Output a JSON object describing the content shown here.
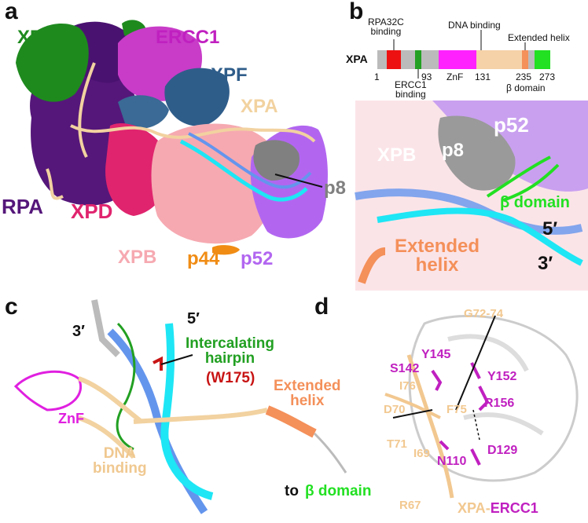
{
  "panels": {
    "a": {
      "letter": "a",
      "labels": {
        "xpg": "XPG",
        "ercc1": "ERCC1",
        "xpf": "XPF",
        "xpa": "XPA",
        "rpa": "RPA",
        "xpd": "XPD",
        "p8": "p8",
        "xpb": "XPB",
        "p44": "p44",
        "p52": "p52"
      }
    },
    "b": {
      "letter": "b",
      "domain_map": {
        "protein": "XPA",
        "annotations": {
          "rpa32c": "RPA32C\nbinding",
          "dna_binding": "DNA binding",
          "extended_helix": "Extended helix",
          "ercc1": "ERCC1\nbinding",
          "znf": "ZnF",
          "beta_domain": "β domain"
        },
        "positions": [
          "1",
          "93",
          "131",
          "235",
          "273"
        ]
      },
      "zoom_labels": {
        "xpb": "XPB",
        "p8": "p8",
        "p52": "p52",
        "beta_domain": "β domain",
        "five_prime": "5′",
        "three_prime": "3′",
        "extended_helix": "Extended\nhelix"
      }
    },
    "c": {
      "letter": "c",
      "labels": {
        "three_prime": "3′",
        "five_prime": "5′",
        "intercalating": "Intercalating\nhairpin",
        "w175": "(W175)",
        "znf": "ZnF",
        "dna_binding": "DNA\nbinding",
        "extended_helix": "Extended\nhelix",
        "to": "to",
        "beta_domain": "β domain"
      }
    },
    "d": {
      "letter": "d",
      "labels": {
        "g72_74": "G72-74",
        "y145": "Y145",
        "s142": "S142",
        "i76": "I76",
        "y152": "Y152",
        "r156": "R156",
        "d70": "D70",
        "f75": "F75",
        "t71": "T71",
        "i69": "I69",
        "n110": "N110",
        "d129": "D129",
        "r67": "R67",
        "xpa": "XPA",
        "dash": "-",
        "ercc1": "ERCC1"
      }
    }
  },
  "colors": {
    "xpg": "#1e8a1e",
    "ercc1": "#c83cc8",
    "xpf": "#2f5d8a",
    "xpa": "#f2d2a0",
    "rpa": "#55177a",
    "xpd": "#e0246e",
    "p8": "#808080",
    "xpb": "#f6a9b1",
    "p44": "#f08c14",
    "p52": "#b266f0",
    "dna_blue": "#6495ed",
    "dna_cyan": "#1ee6f5",
    "extended_helix": "#f4905a",
    "beta": "#22e022",
    "w175": "#c81414",
    "ercc1_label": "#c020c0",
    "dna_binding_label": "#f0c890"
  }
}
